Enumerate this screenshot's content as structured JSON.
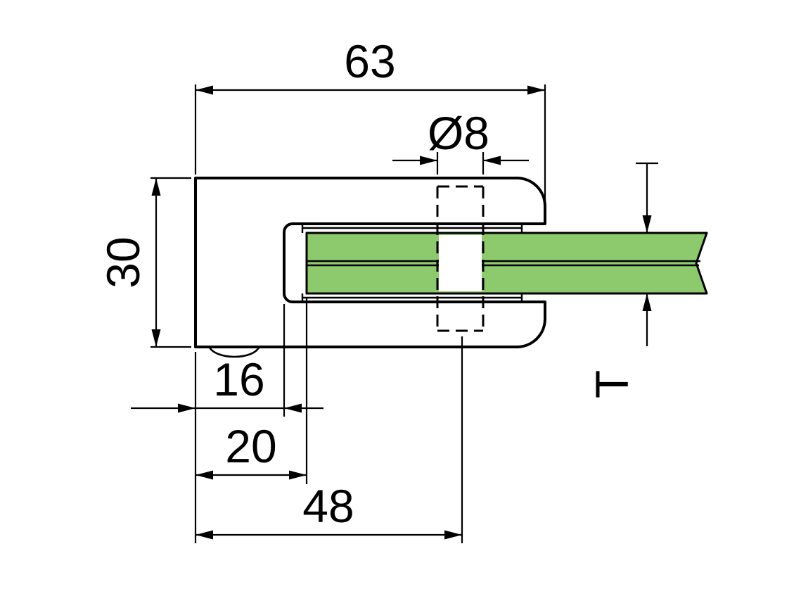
{
  "drawing": {
    "background": "#ffffff",
    "colors": {
      "glass": "#8dc96d",
      "line": "#000000"
    },
    "labels": {
      "overall_width": "63",
      "hole_diameter": "Ø8",
      "body_height": "30",
      "back_offset": "16",
      "glass_inset": "20",
      "hole_center_offset": "48",
      "glass_thickness": "T"
    }
  }
}
